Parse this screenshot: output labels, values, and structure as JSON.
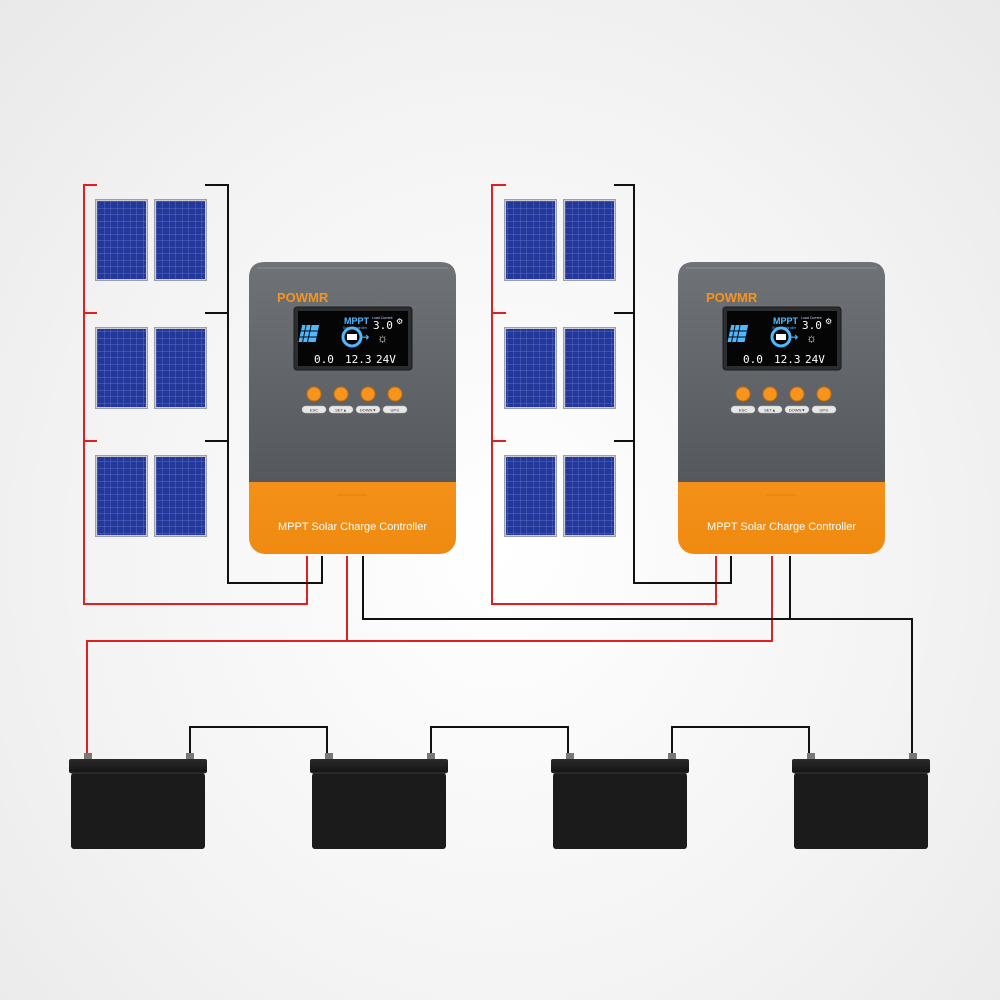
{
  "diagram": {
    "controllers": [
      {
        "brand": "POWMR",
        "label": "MPPT Solar Charge Controller",
        "lcd": {
          "title": "MPPT",
          "subtitle": "Solar Controller",
          "voltage_in": "0.0",
          "voltage_batt": "12.3",
          "system_voltage": "24V",
          "current_out": "3.0",
          "current_label": "Load Current"
        },
        "buttons": [
          "ESC",
          "SET",
          "DOWN",
          "UP"
        ],
        "button_labels": [
          "ESC",
          "SET▲",
          "DOWN▼",
          "UP⊙"
        ]
      },
      {
        "brand": "POWMR",
        "label": "MPPT Solar Charge Controller",
        "lcd": {
          "title": "MPPT",
          "subtitle": "Solar Controller",
          "voltage_in": "0.0",
          "voltage_batt": "12.3",
          "system_voltage": "24V",
          "current_out": "3.0",
          "current_label": "Load Current"
        },
        "buttons": [
          "ESC",
          "SET",
          "DOWN",
          "UP"
        ],
        "button_labels": [
          "ESC",
          "SET▲",
          "DOWN▼",
          "UP⊙"
        ]
      }
    ],
    "panel_arrays": [
      {
        "rows": 3,
        "cols": 2
      },
      {
        "rows": 3,
        "cols": 2
      }
    ],
    "batteries": {
      "count": 4
    },
    "colors": {
      "positive_wire": "#e02020",
      "negative_wire": "#111111",
      "controller_gray": "#5f6266",
      "controller_orange": "#f7941d",
      "panel_blue": "#1e2f8a",
      "battery_black": "#1b1b1b",
      "lcd_bg": "#0a0a0a",
      "lcd_accent": "#4fb8ff"
    },
    "icons": [
      "solar-panel-icon",
      "battery-icon",
      "arrow-right-icon",
      "bulb-icon",
      "settings-icon"
    ]
  }
}
